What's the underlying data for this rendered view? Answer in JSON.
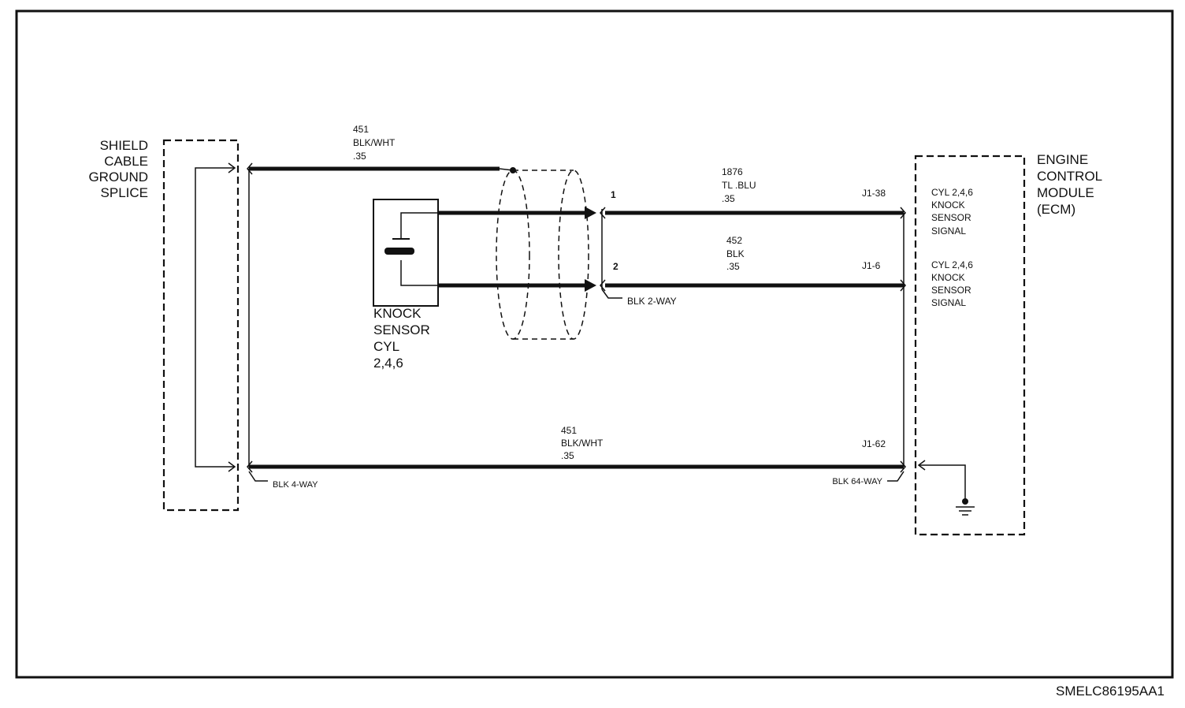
{
  "diagram_code": "SMELC86195AA1",
  "shield_splice": {
    "lines": [
      "SHIELD",
      "CABLE",
      "GROUND",
      "SPLICE"
    ]
  },
  "ecm": {
    "lines": [
      "ENGINE",
      "CONTROL",
      "MODULE",
      "(ECM)"
    ]
  },
  "knock_sensor": {
    "lines": [
      "KNOCK",
      "SENSOR",
      "CYL",
      "2,4,6"
    ]
  },
  "wires": {
    "shield_top": {
      "lines": [
        "451",
        "BLK/WHT",
        ".35"
      ]
    },
    "signal_1": {
      "lines": [
        "1876",
        "TL .BLU",
        ".35"
      ],
      "pin": "1",
      "ecm_pin": "J1-38"
    },
    "signal_2": {
      "lines": [
        "452",
        "BLK",
        ".35"
      ],
      "pin": "2",
      "ecm_pin": "J1-6"
    },
    "ground": {
      "lines": [
        "451",
        "BLK/WHT",
        ".35"
      ],
      "ecm_pin": "J1-62"
    }
  },
  "ecm_inputs": [
    {
      "lines": [
        "CYL 2,4,6",
        "KNOCK",
        "SENSOR",
        "SIGNAL"
      ]
    },
    {
      "lines": [
        "CYL 2,4,6",
        "KNOCK",
        "SENSOR",
        "SIGNAL"
      ]
    }
  ],
  "connectors": {
    "sensor_connector": "BLK 2-WAY",
    "splice_connector": "BLK 4-WAY",
    "ecm_connector": "BLK 64-WAY"
  }
}
